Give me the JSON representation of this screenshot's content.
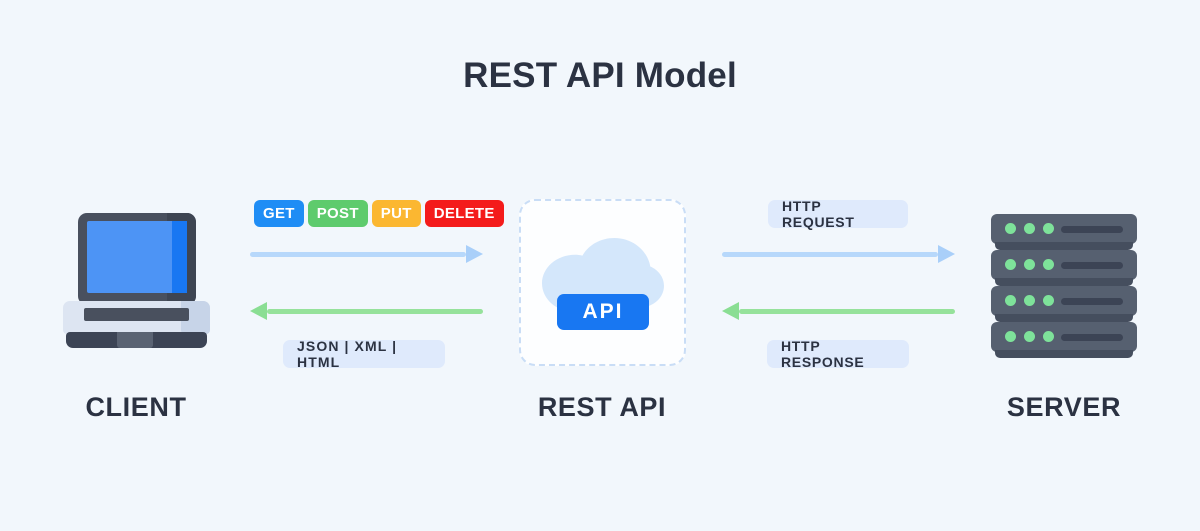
{
  "page": {
    "title": "REST API Model",
    "background_color": "#f2f7fc",
    "text_color": "#2b3242"
  },
  "nodes": {
    "client": {
      "caption": "CLIENT",
      "icon": "laptop-icon",
      "screen_color": "#4d94f5",
      "body_color": "#49505e"
    },
    "rest_api": {
      "caption": "REST API",
      "badge_label": "API",
      "badge_color": "#1877f2",
      "cloud_color": "#d4e7fb",
      "panel_border_color": "#c9ddf6"
    },
    "server": {
      "caption": "SERVER",
      "icon": "server-rack-icon",
      "unit_color": "#566070",
      "led_color": "#7ee29a",
      "unit_count": 4,
      "leds_per_unit": 3
    }
  },
  "methods": [
    {
      "label": "GET",
      "color": "#1f8df5"
    },
    {
      "label": "POST",
      "color": "#5ecb6d"
    },
    {
      "label": "PUT",
      "color": "#fbb731"
    },
    {
      "label": "DELETE",
      "color": "#f41b1b"
    }
  ],
  "chips": {
    "formats": "JSON  |  XML  |  HTML",
    "http_request": "HTTP REQUEST",
    "http_response": "HTTP RESPONSE"
  },
  "arrows": {
    "request_color": "#b7d8fb",
    "response_color": "#96e29b",
    "client_to_api": "request",
    "api_to_client": "response",
    "api_to_server": "request",
    "server_to_api": "response"
  }
}
